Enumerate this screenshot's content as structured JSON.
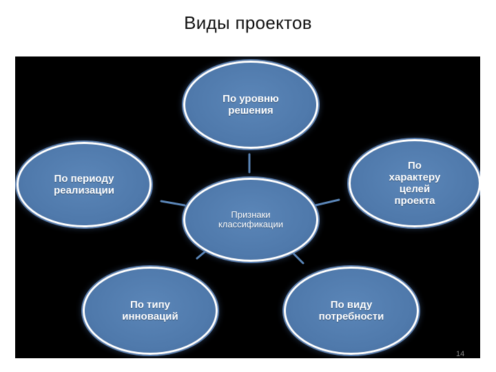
{
  "title": "Виды проектов",
  "diagram": {
    "center": "Признаки\nклассификации",
    "nodes": {
      "top": "По уровню\nрешения",
      "left": "По периоду\nреализации",
      "right": "По\nхарактеру\nцелей\nпроекта",
      "bottom_left": "По типу\nинноваций",
      "bottom_right": "По виду\nпотребности"
    },
    "colors": {
      "node_fill": "#4f79ab",
      "node_border": "#ffffff",
      "connector": "#5b86b8",
      "background": "#000000"
    }
  },
  "page_number": "14"
}
